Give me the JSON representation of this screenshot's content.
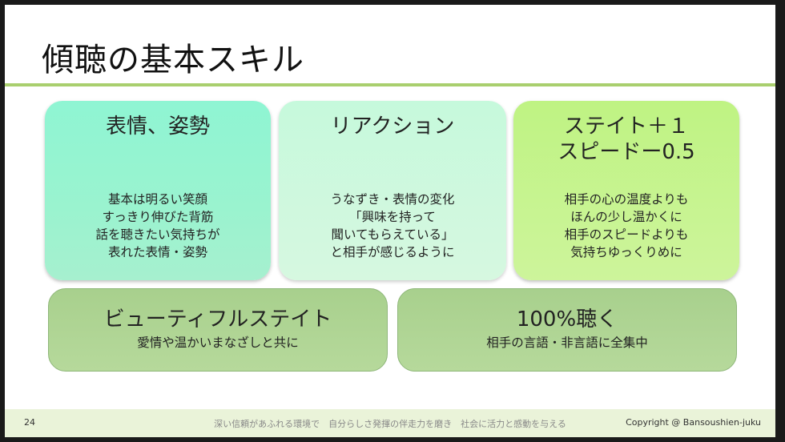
{
  "slide": {
    "title": "傾聴の基本スキル",
    "accent_color": "#a9cf6e"
  },
  "cards": [
    {
      "heading_lines": [
        "表情、姿勢"
      ],
      "body_lines": [
        "基本は明るい笑顔",
        "すっきり伸びた背筋",
        "話を聴きたい気持ちが",
        "表れた表情・姿勢"
      ],
      "color": "#8ff5d3"
    },
    {
      "heading_lines": [
        "リアクション"
      ],
      "body_lines": [
        "うなずき・表情の変化",
        "「興味を持って",
        "聞いてもらえている」",
        "と相手が感じるように"
      ],
      "color": "#c6f9dc"
    },
    {
      "heading_lines": [
        "ステイト＋１",
        "スピードー0.5"
      ],
      "body_lines": [
        "相手の心の温度よりも",
        "ほんの少し温かくに",
        "相手のスピードよりも",
        "気持ちゆっくりめに"
      ],
      "color": "#bff383"
    }
  ],
  "bottom_cards": [
    {
      "heading": "ビューティフルステイト",
      "body": "愛情や温かいまなざしと共に",
      "color": "#a8d08d"
    },
    {
      "heading": "100%聴く",
      "body": "相手の言語・非言語に全集中",
      "color": "#a8d08d"
    }
  ],
  "footer": {
    "page_number": "24",
    "motto": "深い信頼があふれる環境で　自分らしさ発揮の伴走力を磨き　社会に活力と感動を与える",
    "copyright": "Copyright @ Bansoushien-juku",
    "color": "#eaf3d9"
  }
}
